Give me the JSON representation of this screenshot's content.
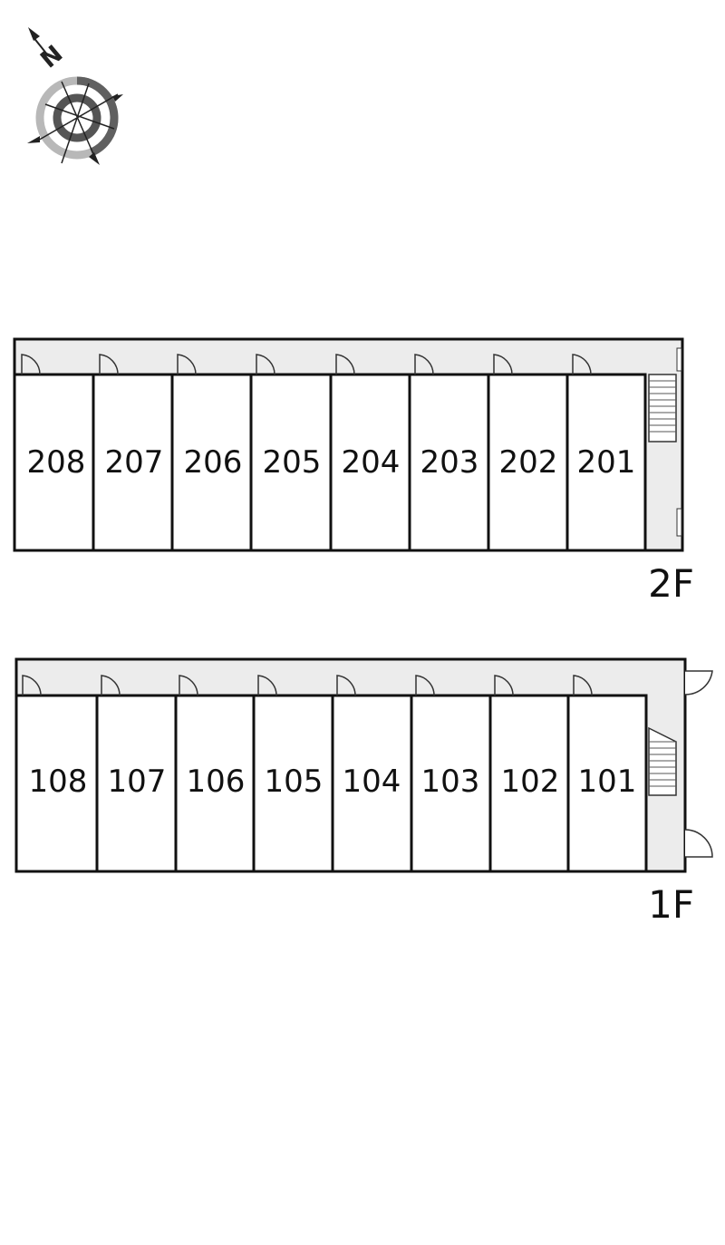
{
  "compass": {
    "north_label": "N",
    "icon": "compass-rose-icon"
  },
  "colors": {
    "wall": "#111111",
    "corridor": "#ececec",
    "unit_fill": "#ffffff",
    "compass_dark": "#606060",
    "compass_light": "#b8b8b8"
  },
  "floors": [
    {
      "label": "2F",
      "units": [
        "208",
        "207",
        "206",
        "205",
        "204",
        "203",
        "202",
        "201"
      ]
    },
    {
      "label": "1F",
      "units": [
        "108",
        "107",
        "106",
        "105",
        "104",
        "103",
        "102",
        "101"
      ]
    }
  ]
}
